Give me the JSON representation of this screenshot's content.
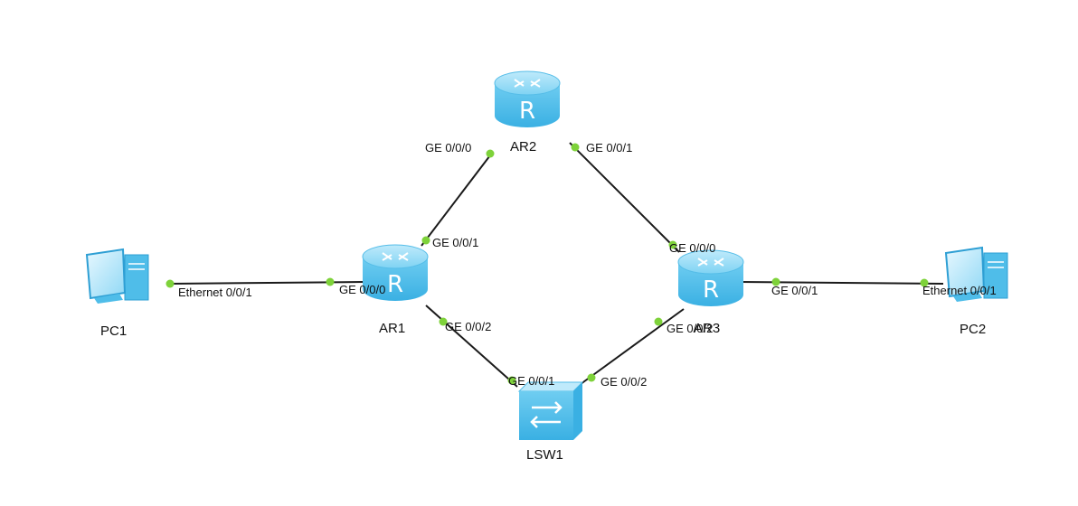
{
  "devices": {
    "pc1": {
      "name": "PC1",
      "icon": "pc-icon"
    },
    "pc2": {
      "name": "PC2",
      "icon": "pc-icon"
    },
    "ar1": {
      "name": "AR1",
      "icon": "router-icon"
    },
    "ar2": {
      "name": "AR2",
      "icon": "router-icon"
    },
    "ar3": {
      "name": "AR3",
      "icon": "router-icon"
    },
    "lsw1": {
      "name": "LSW1",
      "icon": "switch-icon"
    }
  },
  "links": {
    "pc1_ar1": {
      "a_port": "Ethernet 0/0/1",
      "b_port": "GE 0/0/0"
    },
    "ar1_ar2": {
      "a_port": "GE 0/0/1",
      "b_port": "GE 0/0/0"
    },
    "ar2_ar3": {
      "a_port": "GE 0/0/1",
      "b_port": "GE 0/0/0"
    },
    "ar1_lsw1": {
      "a_port": "GE 0/0/2",
      "b_port": "GE 0/0/1"
    },
    "lsw1_ar3": {
      "a_port": "GE 0/0/2",
      "b_port": "GE 0/0/2"
    },
    "ar3_pc2": {
      "a_port": "GE 0/0/1",
      "b_port": "Ethernet 0/0/1"
    }
  },
  "colors": {
    "device_fill": "#5fc8ef",
    "device_dark": "#2e9fd4",
    "port_dot": "#7ed23a",
    "link": "#1a1a1a"
  }
}
